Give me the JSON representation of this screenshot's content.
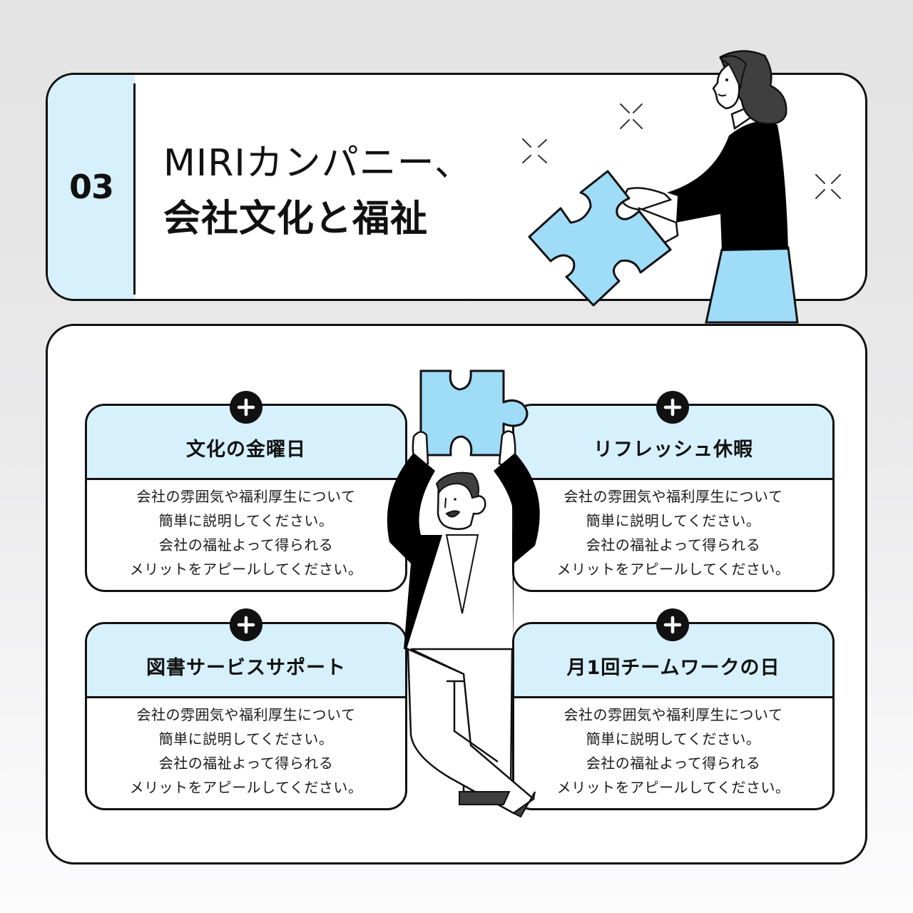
{
  "header": {
    "section_number": "03",
    "title_line1": "MIRIカンパニー、",
    "title_line2": "会社文化と福祉"
  },
  "benefits": [
    {
      "title": "文化の金曜日",
      "body": [
        "会社の雰囲気や福利厚生について",
        "簡単に説明してください。",
        "会社の福祉よって得られる",
        "メリットをアピールしてください。"
      ]
    },
    {
      "title": "リフレッシュ休暇",
      "body": [
        "会社の雰囲気や福利厚生について",
        "簡単に説明してください。",
        "会社の福祉よって得られる",
        "メリットをアピールしてください。"
      ]
    },
    {
      "title": "図書サービスサポート",
      "body": [
        "会社の雰囲気や福利厚生について",
        "簡単に説明してください。",
        "会社の福祉よって得られる",
        "メリットをアピールしてください。"
      ]
    },
    {
      "title": "月1回チームワークの日",
      "body": [
        "会社の雰囲気や福利厚生について",
        "簡単に説明してください。",
        "会社の福祉よって得られる",
        "メリットをアピールしてください。"
      ]
    }
  ],
  "icons": {
    "badge": "plus-icon",
    "sparkle": "sparkle-icon",
    "puzzle": "puzzle-piece-icon"
  },
  "colors": {
    "accent_light_blue": "#d6f1fc",
    "puzzle_blue": "#9fdcf8",
    "outline": "#111111",
    "hair_gray": "#3f3f3f"
  }
}
